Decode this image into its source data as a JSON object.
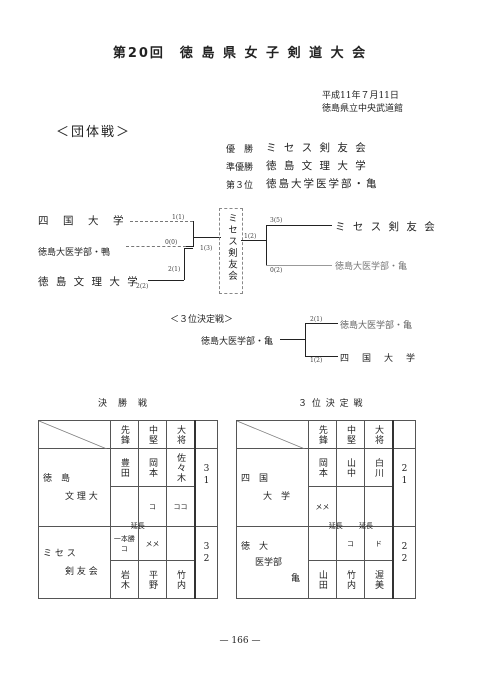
{
  "title": "第20回　徳 島 県 女 子 剣 道 大 会",
  "date": "平成11年７月11日",
  "venue": "徳島県立中央武道館",
  "section": "＜団体戦＞",
  "results": [
    {
      "place": "優　勝",
      "team": "ミ セ ス 剣 友 会"
    },
    {
      "place": "準優勝",
      "team": "徳 島 文 理 大 学"
    },
    {
      "place": "第３位",
      "team": "徳島大学医学部・亀"
    }
  ],
  "bracket": {
    "left_teams": [
      "四　国　大　学",
      "徳島大医学部・鴨",
      "徳 島 文 理 大 学"
    ],
    "right_teams": [
      "ミ セ ス 剣 友 会",
      "徳島大医学部・亀"
    ],
    "winner": "ミセス剣友会",
    "scores": {
      "s1": "1(1)",
      "s2": "0(0)",
      "s3": "1(2)",
      "s4": "2(1)",
      "s5": "2(2)",
      "s6": "1(3)",
      "s7": "3(5)",
      "s8": "0(2)"
    },
    "third_label": "＜３位決定戦＞",
    "third_left": "徳島大医学部・亀",
    "third_right": [
      "徳島大医学部・亀",
      "四　国　大　学"
    ],
    "third_scores": {
      "a": "2(1)",
      "b": "1(2)"
    }
  },
  "final": {
    "heading": "決　勝　戦",
    "positions": [
      "先鋒",
      "中堅",
      "大将"
    ],
    "team1": {
      "name1": "徳　島",
      "name2": "文 理 大",
      "players": [
        "豊田",
        "岡本",
        "佐々木"
      ],
      "marks": [
        "",
        "コ",
        "ココ"
      ],
      "ext": "延長",
      "score": [
        "3",
        "1"
      ]
    },
    "team2": {
      "name1": "ミ セ ス",
      "name2": "剣 友 会",
      "players": [
        "岩木",
        "平野",
        "竹内"
      ],
      "marks": [
        "一本勝コ",
        "メメ",
        ""
      ],
      "score": [
        "3",
        "2"
      ]
    }
  },
  "third": {
    "heading": "３ 位 決 定 戦",
    "positions": [
      "先鋒",
      "中堅",
      "大将"
    ],
    "team1": {
      "name1": "四　国",
      "name2": "大　学",
      "players": [
        "岡本",
        "山中",
        "白川"
      ],
      "marks": [
        "メメ",
        "",
        ""
      ],
      "score": [
        "2",
        "1"
      ]
    },
    "team2": {
      "name1": "徳　大",
      "name2": "医学部",
      "name3": "亀",
      "ext1": "延長",
      "ext2": "延長",
      "players": [
        "山田",
        "竹内",
        "渥美"
      ],
      "marks": [
        "",
        "コ",
        "ド"
      ],
      "score": [
        "2",
        "2"
      ]
    }
  },
  "page_number": "— 166 —"
}
